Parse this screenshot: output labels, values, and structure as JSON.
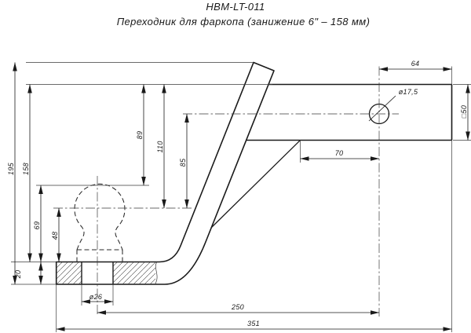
{
  "title": {
    "model": "HBM-LT-011",
    "subtitle": "Переходник для фаркопа  (занижение 6\" – 158 мм)"
  },
  "drawing": {
    "type": "technical-drawing-side-view",
    "part": "towbar drop hitch adapter",
    "dims": {
      "overall_height": "195",
      "drop_height": "158",
      "ball_top_from_platform": "69",
      "ball_center_from_platform": "48",
      "platform_thickness": "20",
      "tube_top_to_ball_top": "89",
      "tube_top_to_ball_center": "110",
      "pinhole_to_ball_center": "85",
      "pinhole_to_tube_end": "64",
      "gusset_to_pinhole": "70",
      "ball_center_to_pinhole": "250",
      "overall_length": "351",
      "pin_hole_diameter": "ø17,5",
      "ball_hole_diameter": "ø26",
      "tube_section": "□50"
    },
    "colors": {
      "line": "#1a1a1a",
      "thin_line": "#3a3a3a",
      "background": "#ffffff"
    }
  }
}
